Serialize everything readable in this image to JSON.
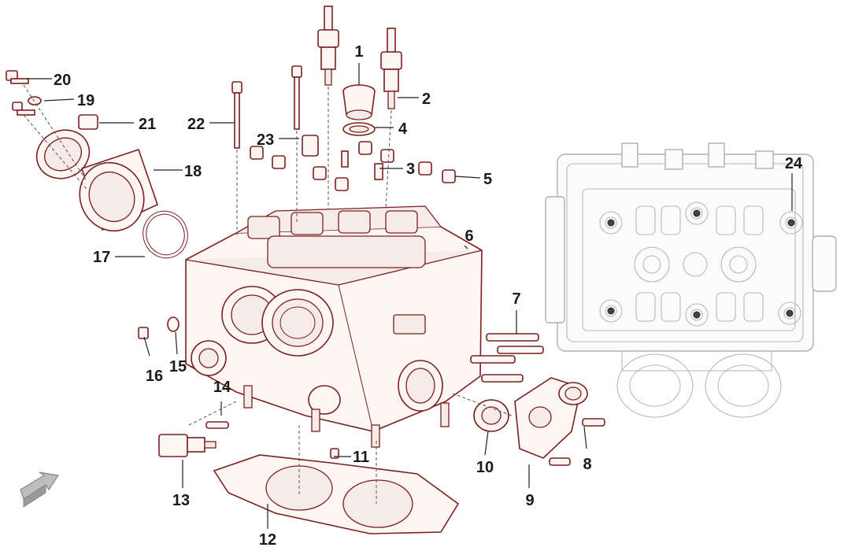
{
  "callouts": [
    {
      "id": "1",
      "label": "1"
    },
    {
      "id": "2",
      "label": "2"
    },
    {
      "id": "3",
      "label": "3"
    },
    {
      "id": "4",
      "label": "4"
    },
    {
      "id": "5",
      "label": "5"
    },
    {
      "id": "6",
      "label": "6"
    },
    {
      "id": "7",
      "label": "7"
    },
    {
      "id": "8",
      "label": "8"
    },
    {
      "id": "9",
      "label": "9"
    },
    {
      "id": "10",
      "label": "10"
    },
    {
      "id": "11",
      "label": "11"
    },
    {
      "id": "12",
      "label": "12"
    },
    {
      "id": "13",
      "label": "13"
    },
    {
      "id": "14",
      "label": "14"
    },
    {
      "id": "15",
      "label": "15"
    },
    {
      "id": "16",
      "label": "16"
    },
    {
      "id": "17",
      "label": "17"
    },
    {
      "id": "18",
      "label": "18"
    },
    {
      "id": "19",
      "label": "19"
    },
    {
      "id": "20",
      "label": "20"
    },
    {
      "id": "21",
      "label": "21"
    },
    {
      "id": "22",
      "label": "22"
    },
    {
      "id": "23",
      "label": "23"
    },
    {
      "id": "24",
      "label": "24"
    }
  ],
  "colors": {
    "line": "#7a2020",
    "ghost": "#b0b0b0",
    "text": "#1a1a1a",
    "arrow": "#9a9a9a"
  },
  "icons": {
    "front_arrow": "direction-arrow-icon"
  }
}
